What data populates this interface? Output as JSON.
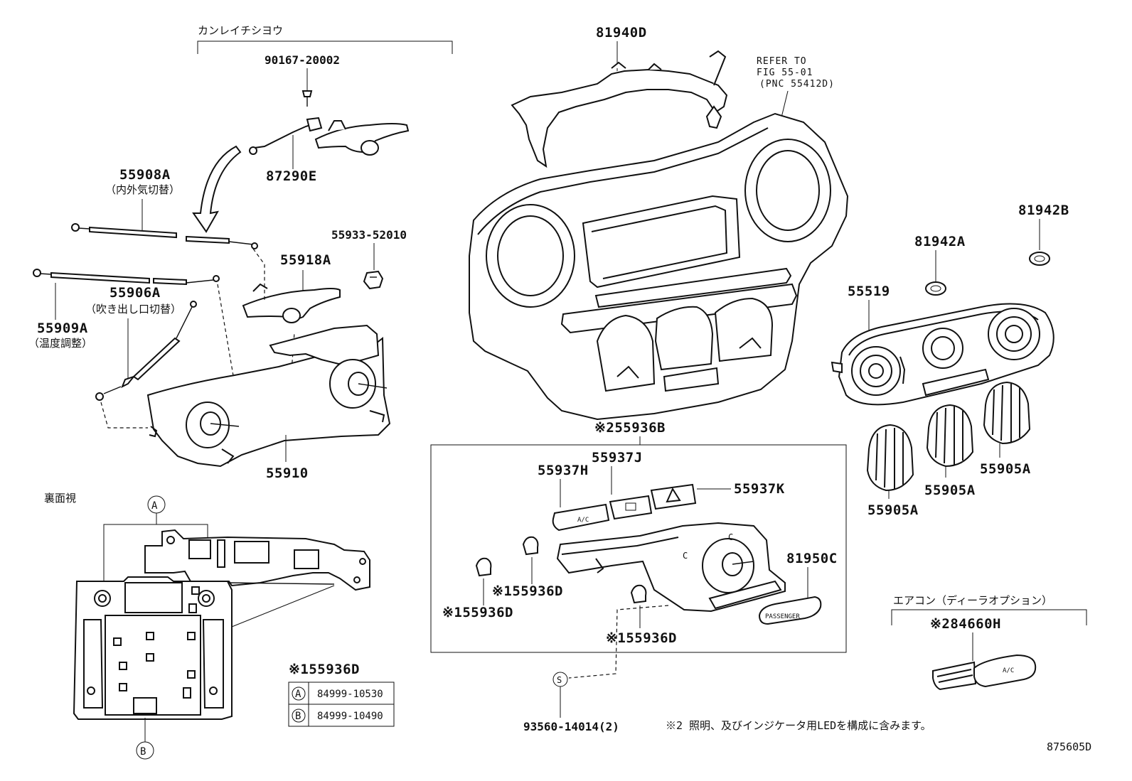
{
  "diagram_id": "875605D",
  "header_jp": "カンレイチシヨウ",
  "parts": {
    "p90167": "90167-20002",
    "p87290E": "87290E",
    "p55908A": "55908A",
    "p55908A_sub": "（内外気切替）",
    "p55933": "55933-52010",
    "p55918A": "55918A",
    "p55906A": "55906A",
    "p55906A_sub": "（吹き出し口切替）",
    "p55909A": "55909A",
    "p55909A_sub": "（温度調整）",
    "p55910": "55910",
    "p81940D": "81940D",
    "refer_line1": "REFER TO",
    "refer_line2": "FIG 55-01",
    "refer_line3": "(PNC 55412D)",
    "p81942B": "81942B",
    "p81942A": "81942A",
    "p55519": "55519",
    "p55905A_1": "55905A",
    "p55905A_2": "55905A",
    "p55905A_3": "55905A",
    "p55936B": "※255936B",
    "p55937J": "55937J",
    "p55937H": "55937H",
    "p55937K": "55937K",
    "p81950C": "81950C",
    "p55936D_1": "※155936D",
    "p55936D_2": "※155936D",
    "p55936D_3": "※155936D",
    "p93560": "93560-14014(2)",
    "s_marker": "S",
    "aircon_jp": "エアコン（ディーラオプション）",
    "p84660H": "※284660H",
    "back_view": "裏面視",
    "marker_a": "A",
    "marker_b": "B"
  },
  "legend": {
    "title": "※155936D",
    "rows": [
      {
        "marker": "A",
        "part": "84999-10530"
      },
      {
        "marker": "B",
        "part": "84999-10490"
      }
    ]
  },
  "footnote": "※2 照明、及びインジケータ用LEDを構成に含みます。",
  "small_labels": {
    "ac": "A/C",
    "passenger": "PASSENGER"
  }
}
